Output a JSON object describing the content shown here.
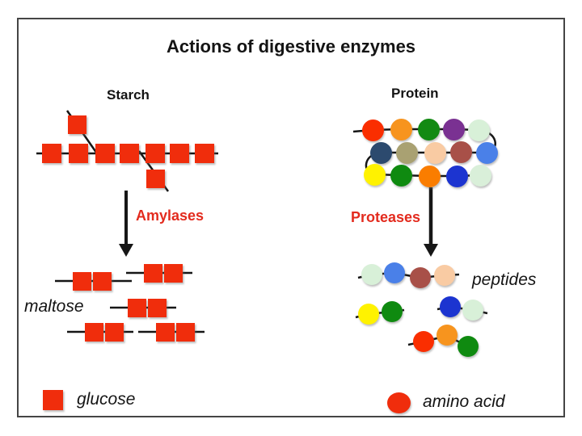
{
  "title": "Actions of digestive enzymes",
  "colors": {
    "glucose_red": "#F02D0C",
    "enzyme_label_red": "#E32B1E",
    "line_black": "#161616"
  },
  "starch": {
    "label": "Starch",
    "chain_units": 7,
    "branch_units": 2
  },
  "amylases": {
    "label": "Amylases"
  },
  "maltose": {
    "label": "maltose",
    "pair_count": 5
  },
  "protein": {
    "label": "Protein",
    "rows": [
      [
        "#FA2E00",
        "#F7941E",
        "#128A12",
        "#7A3192",
        "#D8F0D8"
      ],
      [
        "#2C4A6E",
        "#A9A172",
        "#F9CBA3",
        "#A85048",
        "#4A80E8"
      ],
      [
        "#FFF200",
        "#0F8A10",
        "#FA7D00",
        "#1C34D0",
        "#D9EFD9"
      ]
    ]
  },
  "proteases": {
    "label": "Proteases"
  },
  "peptides": {
    "label": "peptides",
    "groups": [
      [
        "#D8F0D8",
        "#4A80E8",
        "#A85048",
        "#F9CBA3"
      ],
      [
        "#FFF200",
        "#0F8A10"
      ],
      [
        "#1C34D0",
        "#D8F0D8"
      ],
      [
        "#FA2E00",
        "#F7941E",
        "#0F8A10"
      ]
    ]
  },
  "legend": {
    "glucose": {
      "label": "glucose",
      "color": "#F02D0C"
    },
    "amino_acid": {
      "label": "amino acid",
      "color": "#F02D0C"
    }
  }
}
